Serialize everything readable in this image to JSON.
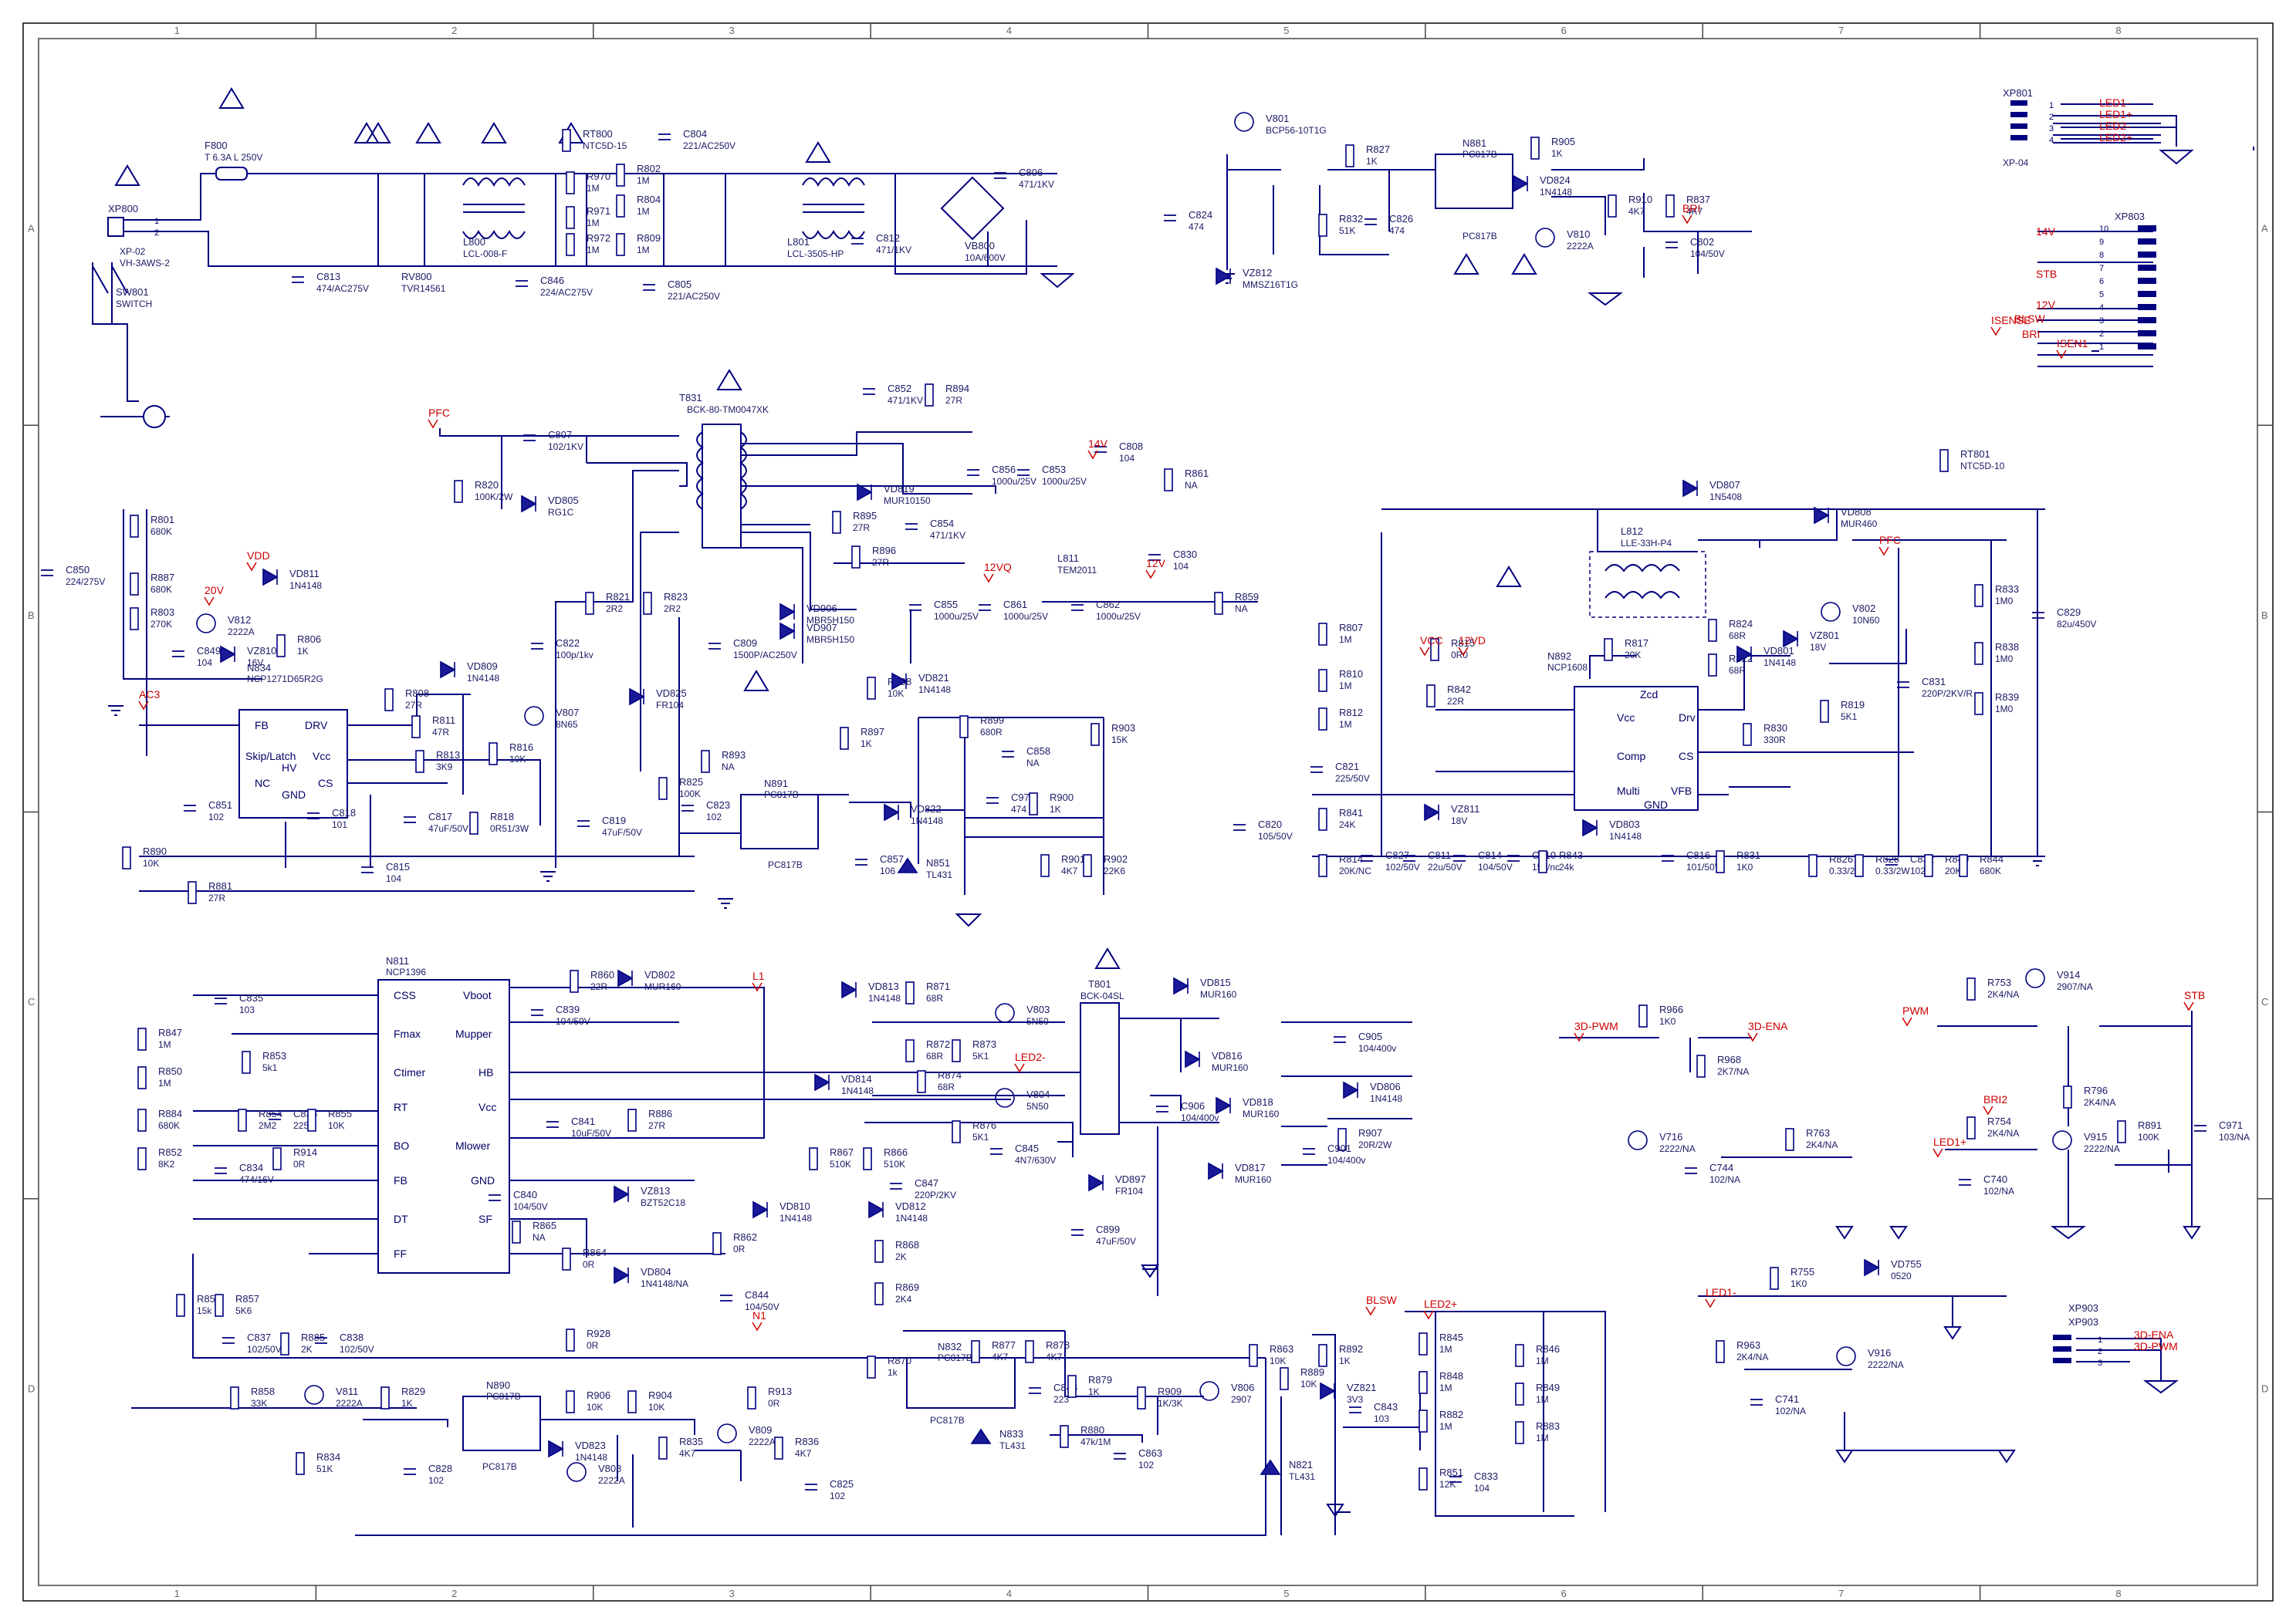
{
  "frame": {
    "columns": [
      "1",
      "2",
      "3",
      "4",
      "5",
      "6",
      "7",
      "8"
    ],
    "rows": [
      "A",
      "B",
      "C",
      "D"
    ]
  },
  "colors": {
    "wire": "#000080",
    "net": "#cc0000",
    "body": "#000080",
    "bg": "#ffffff"
  },
  "nets": [
    "AC3",
    "PFC",
    "VDD",
    "20V",
    "14V",
    "12VQ",
    "12V",
    "VCC",
    "12VD",
    "L1",
    "N1",
    "BLSW",
    "BRI",
    "BRI2",
    "STB",
    "ISENSE",
    "ISEN1",
    "3D-PWM",
    "3D-ENA",
    "PWM",
    "LED1+",
    "LED1-",
    "LED2+",
    "LED2-",
    "PFC"
  ],
  "ics": [
    {
      "ref": "N834",
      "part": "NCP1271D65R2G",
      "pins": [
        "FB",
        "DRV",
        "Skip/Latch",
        "Vcc",
        "NC",
        "CS",
        "HV",
        "GND"
      ]
    },
    {
      "ref": "N892",
      "part": "NCP1608",
      "pins": [
        "Zcd",
        "Vcc",
        "Drv",
        "Comp",
        "CS",
        "Multi",
        "VFB",
        "GND"
      ]
    },
    {
      "ref": "N811",
      "part": "NCP1396",
      "pins": [
        "CSS",
        "Fmax",
        "Ctimer",
        "RT",
        "BO",
        "FB",
        "DT",
        "FF",
        "Vboot",
        "Mupper",
        "HB",
        "Vcc",
        "Mlower",
        "GND",
        "SF"
      ]
    },
    {
      "ref": "N881",
      "part": "PC817B"
    },
    {
      "ref": "N891",
      "part": "PC817B"
    },
    {
      "ref": "N832",
      "part": "PC817B"
    },
    {
      "ref": "N890",
      "part": "PC817B"
    }
  ],
  "transformers": [
    {
      "ref": "T831",
      "part": "BCK-80-TM0047XK"
    },
    {
      "ref": "T801",
      "part": "BCK-04SL"
    }
  ],
  "connectors": [
    {
      "ref": "XP800",
      "part": "XP-02",
      "sub": "VH-3AWS-2",
      "pins": [
        "1",
        "2"
      ]
    },
    {
      "ref": "XP801",
      "part": "XP-04",
      "pins": [
        "1",
        "2",
        "3",
        "4"
      ],
      "labels": [
        "LED1-",
        "LED1+",
        "LED2-",
        "LED2+"
      ]
    },
    {
      "ref": "XP803",
      "pins": [
        "10",
        "9",
        "8",
        "7",
        "6",
        "5",
        "4",
        "3",
        "2",
        "1"
      ],
      "labels": [
        "14V",
        "STB",
        "12V",
        "BLSW",
        "BRI"
      ]
    },
    {
      "ref": "XP903",
      "pins": [
        "1",
        "2",
        "3"
      ],
      "labels": [
        "3D-ENA",
        "3D-PWM"
      ]
    }
  ],
  "parts": [
    {
      "ref": "F800",
      "val": "T 6.3A  L 250V"
    },
    {
      "ref": "SW801",
      "val": "SWITCH"
    },
    {
      "ref": "C813",
      "val": "474/AC275V"
    },
    {
      "ref": "RV800",
      "val": "TVR14561"
    },
    {
      "ref": "L800",
      "val": "LCL-008-F"
    },
    {
      "ref": "C846",
      "val": "224/AC275V"
    },
    {
      "ref": "RT800",
      "val": "NTC5D-15"
    },
    {
      "ref": "R970",
      "val": "1M"
    },
    {
      "ref": "R971",
      "val": "1M"
    },
    {
      "ref": "R972",
      "val": "1M"
    },
    {
      "ref": "R802",
      "val": "1M"
    },
    {
      "ref": "R804",
      "val": "1M"
    },
    {
      "ref": "R809",
      "val": "1M"
    },
    {
      "ref": "C804",
      "val": "221/AC250V"
    },
    {
      "ref": "C805",
      "val": "221/AC250V"
    },
    {
      "ref": "L801",
      "val": "LCL-3505-HP"
    },
    {
      "ref": "C812",
      "val": "471/1KV"
    },
    {
      "ref": "VB800",
      "val": "10A/600V"
    },
    {
      "ref": "C806",
      "val": "471/1KV"
    },
    {
      "ref": "V801",
      "val": "BCP56-10T1G"
    },
    {
      "ref": "C824",
      "val": "474"
    },
    {
      "ref": "VZ812",
      "val": "MMSZ16T1G"
    },
    {
      "ref": "R827",
      "val": "1K"
    },
    {
      "ref": "R832",
      "val": "51K"
    },
    {
      "ref": "C826",
      "val": "474"
    },
    {
      "ref": "R905",
      "val": "1K"
    },
    {
      "ref": "VD824",
      "val": "1N4148"
    },
    {
      "ref": "V810",
      "val": "2222A"
    },
    {
      "ref": "R910",
      "val": "4K7"
    },
    {
      "ref": "R837",
      "val": "4K7"
    },
    {
      "ref": "C802",
      "val": "104/50V"
    },
    {
      "ref": "C807",
      "val": "102/1KV"
    },
    {
      "ref": "R820",
      "val": "100K/2W"
    },
    {
      "ref": "VD805",
      "val": "RG1C"
    },
    {
      "ref": "C852",
      "val": "471/1KV"
    },
    {
      "ref": "R894",
      "val": "27R"
    },
    {
      "ref": "VD819",
      "val": "MUR10150"
    },
    {
      "ref": "C856",
      "val": "1000u/25V"
    },
    {
      "ref": "C853",
      "val": "1000u/25V"
    },
    {
      "ref": "C808",
      "val": "104"
    },
    {
      "ref": "R861",
      "val": "NA"
    },
    {
      "ref": "R895",
      "val": "27R"
    },
    {
      "ref": "R896",
      "val": "27R"
    },
    {
      "ref": "C854",
      "val": "471/1KV"
    },
    {
      "ref": "L811",
      "val": "TEM2011"
    },
    {
      "ref": "C830",
      "val": "104"
    },
    {
      "ref": "R859",
      "val": "NA"
    },
    {
      "ref": "VD906",
      "val": "MBR5H150"
    },
    {
      "ref": "VD907",
      "val": "MBR5H150"
    },
    {
      "ref": "C855",
      "val": "1000u/25V"
    },
    {
      "ref": "C861",
      "val": "1000u/25V"
    },
    {
      "ref": "C862",
      "val": "1000u/25V"
    },
    {
      "ref": "C809",
      "val": "1500P/AC250V"
    },
    {
      "ref": "R801",
      "val": "680K"
    },
    {
      "ref": "R887",
      "val": "680K"
    },
    {
      "ref": "R803",
      "val": "270K"
    },
    {
      "ref": "C850",
      "val": "224/275V"
    },
    {
      "ref": "V812",
      "val": "2222A"
    },
    {
      "ref": "C849",
      "val": "104"
    },
    {
      "ref": "VZ810",
      "val": "16V"
    },
    {
      "ref": "VD811",
      "val": "1N4148"
    },
    {
      "ref": "R806",
      "val": "1K"
    },
    {
      "ref": "R808",
      "val": "27R"
    },
    {
      "ref": "VD809",
      "val": "1N4148"
    },
    {
      "ref": "R811",
      "val": "47R"
    },
    {
      "ref": "R816",
      "val": "10K"
    },
    {
      "ref": "V807",
      "val": "8N65"
    },
    {
      "ref": "R813",
      "val": "3K9"
    },
    {
      "ref": "C851",
      "val": "102"
    },
    {
      "ref": "R890",
      "val": "10K"
    },
    {
      "ref": "C818",
      "val": "101"
    },
    {
      "ref": "C817",
      "val": "47uF/50V"
    },
    {
      "ref": "R818",
      "val": "0R51/3W"
    },
    {
      "ref": "C815",
      "val": "104"
    },
    {
      "ref": "R881",
      "val": "27R"
    },
    {
      "ref": "R821",
      "val": "2R2"
    },
    {
      "ref": "R823",
      "val": "2R2"
    },
    {
      "ref": "C822",
      "val": "100p/1kv"
    },
    {
      "ref": "VD825",
      "val": "FR104"
    },
    {
      "ref": "C819",
      "val": "47uF/50V"
    },
    {
      "ref": "R825",
      "val": "100K"
    },
    {
      "ref": "R893",
      "val": "NA"
    },
    {
      "ref": "C823",
      "val": "102"
    },
    {
      "ref": "R898",
      "val": "10K"
    },
    {
      "ref": "VD821",
      "val": "1N4148"
    },
    {
      "ref": "R897",
      "val": "1K"
    },
    {
      "ref": "R899",
      "val": "680R"
    },
    {
      "ref": "R903",
      "val": "15K"
    },
    {
      "ref": "C858",
      "val": "NA"
    },
    {
      "ref": "VD822",
      "val": "1N4148"
    },
    {
      "ref": "C972",
      "val": "474"
    },
    {
      "ref": "R900",
      "val": "1K"
    },
    {
      "ref": "C857",
      "val": "106"
    },
    {
      "ref": "N851",
      "val": "TL431"
    },
    {
      "ref": "R901",
      "val": "4K7"
    },
    {
      "ref": "R902",
      "val": "22K6"
    },
    {
      "ref": "RT801",
      "val": "NTC5D-10"
    },
    {
      "ref": "VD807",
      "val": "1N5408"
    },
    {
      "ref": "L812",
      "val": "LLE-33H-P4"
    },
    {
      "ref": "VD808",
      "val": "MUR460"
    },
    {
      "ref": "R807",
      "val": "1M"
    },
    {
      "ref": "R810",
      "val": "1M"
    },
    {
      "ref": "R812",
      "val": "1M"
    },
    {
      "ref": "R815",
      "val": "0R0"
    },
    {
      "ref": "R842",
      "val": "22R"
    },
    {
      "ref": "R817",
      "val": "20K"
    },
    {
      "ref": "R824",
      "val": "68R"
    },
    {
      "ref": "R822",
      "val": "68R"
    },
    {
      "ref": "VD801",
      "val": "1N4148"
    },
    {
      "ref": "VZ801",
      "val": "18V"
    },
    {
      "ref": "V802",
      "val": "10N60"
    },
    {
      "ref": "R819",
      "val": "5K1"
    },
    {
      "ref": "C831",
      "val": "220P/2KV/R"
    },
    {
      "ref": "R833",
      "val": "1M0"
    },
    {
      "ref": "R838",
      "val": "1M0"
    },
    {
      "ref": "R839",
      "val": "1M0"
    },
    {
      "ref": "C829",
      "val": "82u/450V"
    },
    {
      "ref": "R830",
      "val": "330R"
    },
    {
      "ref": "C821",
      "val": "225/50V"
    },
    {
      "ref": "C820",
      "val": "105/50V"
    },
    {
      "ref": "R841",
      "val": "24K"
    },
    {
      "ref": "R814",
      "val": "20K/NC"
    },
    {
      "ref": "C827",
      "val": "102/50V"
    },
    {
      "ref": "C811",
      "val": "22u/50V"
    },
    {
      "ref": "VZ811",
      "val": "18V"
    },
    {
      "ref": "C814",
      "val": "104/50V"
    },
    {
      "ref": "C810",
      "val": "15p/nc"
    },
    {
      "ref": "R843",
      "val": "24k"
    },
    {
      "ref": "VD803",
      "val": "1N4148"
    },
    {
      "ref": "C816",
      "val": "101/50V"
    },
    {
      "ref": "R831",
      "val": "1K0"
    },
    {
      "ref": "R826",
      "val": "0.33/2W"
    },
    {
      "ref": "R828",
      "val": "0.33/2W"
    },
    {
      "ref": "C832",
      "val": "102"
    },
    {
      "ref": "R840",
      "val": "20K"
    },
    {
      "ref": "R844",
      "val": "680K"
    },
    {
      "ref": "C835",
      "val": "103"
    },
    {
      "ref": "R847",
      "val": "1M"
    },
    {
      "ref": "R853",
      "val": "5k1"
    },
    {
      "ref": "R850",
      "val": "1M"
    },
    {
      "ref": "R854",
      "val": "2M2"
    },
    {
      "ref": "C836",
      "val": "225"
    },
    {
      "ref": "R855",
      "val": "10K"
    },
    {
      "ref": "R884",
      "val": "680K"
    },
    {
      "ref": "R852",
      "val": "8K2"
    },
    {
      "ref": "C834",
      "val": "474/16V"
    },
    {
      "ref": "R914",
      "val": "0R"
    },
    {
      "ref": "R860",
      "val": "22R"
    },
    {
      "ref": "VD802",
      "val": "MUR160"
    },
    {
      "ref": "C839",
      "val": "104/50V"
    },
    {
      "ref": "C841",
      "val": "10uF/50V"
    },
    {
      "ref": "R886",
      "val": "27R"
    },
    {
      "ref": "C840",
      "val": "104/50V"
    },
    {
      "ref": "VZ813",
      "val": "BZT52C18"
    },
    {
      "ref": "R865",
      "val": "NA"
    },
    {
      "ref": "R864",
      "val": "0R"
    },
    {
      "ref": "VD804",
      "val": "1N4148/NA"
    },
    {
      "ref": "R862",
      "val": "0R"
    },
    {
      "ref": "C844",
      "val": "104/50V"
    },
    {
      "ref": "R856",
      "val": "15k"
    },
    {
      "ref": "R857",
      "val": "5K6"
    },
    {
      "ref": "C837",
      "val": "102/50V"
    },
    {
      "ref": "R885",
      "val": "2K"
    },
    {
      "ref": "C838",
      "val": "102/50V"
    },
    {
      "ref": "VD813",
      "val": "1N4148"
    },
    {
      "ref": "R871",
      "val": "68R"
    },
    {
      "ref": "V803",
      "val": "5N50"
    },
    {
      "ref": "R872",
      "val": "68R"
    },
    {
      "ref": "R873",
      "val": "5K1"
    },
    {
      "ref": "VD814",
      "val": "1N4148"
    },
    {
      "ref": "R874",
      "val": "68R"
    },
    {
      "ref": "V804",
      "val": "5N50"
    },
    {
      "ref": "R876",
      "val": "5K1"
    },
    {
      "ref": "C847",
      "val": "220P/2KV"
    },
    {
      "ref": "C845",
      "val": "4N7/630V"
    },
    {
      "ref": "R867",
      "val": "510K"
    },
    {
      "ref": "R866",
      "val": "510K"
    },
    {
      "ref": "VD810",
      "val": "1N4148"
    },
    {
      "ref": "VD812",
      "val": "1N4148"
    },
    {
      "ref": "R868",
      "val": "2K"
    },
    {
      "ref": "R869",
      "val": "2K4"
    },
    {
      "ref": "VD815",
      "val": "MUR160"
    },
    {
      "ref": "VD816",
      "val": "MUR160"
    },
    {
      "ref": "C905",
      "val": "104/400v"
    },
    {
      "ref": "C906",
      "val": "104/400v"
    },
    {
      "ref": "VD818",
      "val": "MUR160"
    },
    {
      "ref": "VD817",
      "val": "MUR160"
    },
    {
      "ref": "VD806",
      "val": "1N4148"
    },
    {
      "ref": "R907",
      "val": "20R/2W"
    },
    {
      "ref": "C901",
      "val": "104/400v"
    },
    {
      "ref": "VD897",
      "val": "FR104"
    },
    {
      "ref": "C899",
      "val": "47uF/50V"
    },
    {
      "ref": "R870",
      "val": "1k"
    },
    {
      "ref": "R877",
      "val": "4K7"
    },
    {
      "ref": "R878",
      "val": "4K7"
    },
    {
      "ref": "C848",
      "val": "223"
    },
    {
      "ref": "R879",
      "val": "1K"
    },
    {
      "ref": "R909",
      "val": "1K/3K"
    },
    {
      "ref": "N833",
      "val": "TL431"
    },
    {
      "ref": "R880",
      "val": "47k/1M"
    },
    {
      "ref": "C863",
      "val": "102"
    },
    {
      "ref": "R858",
      "val": "33K"
    },
    {
      "ref": "V811",
      "val": "2222A"
    },
    {
      "ref": "R829",
      "val": "1K"
    },
    {
      "ref": "R834",
      "val": "51K"
    },
    {
      "ref": "C828",
      "val": "102"
    },
    {
      "ref": "R928",
      "val": "0R"
    },
    {
      "ref": "R906",
      "val": "10K"
    },
    {
      "ref": "R904",
      "val": "10K"
    },
    {
      "ref": "VD823",
      "val": "1N4148"
    },
    {
      "ref": "R913",
      "val": "0R"
    },
    {
      "ref": "V808",
      "val": "2222A"
    },
    {
      "ref": "R835",
      "val": "4K7"
    },
    {
      "ref": "V809",
      "val": "2222A"
    },
    {
      "ref": "R836",
      "val": "4K7"
    },
    {
      "ref": "C825",
      "val": "102"
    },
    {
      "ref": "V806",
      "val": "2907"
    },
    {
      "ref": "R863",
      "val": "10K"
    },
    {
      "ref": "R889",
      "val": "10K"
    },
    {
      "ref": "R892",
      "val": "1K"
    },
    {
      "ref": "VZ821",
      "val": "3V3"
    },
    {
      "ref": "C843",
      "val": "103"
    },
    {
      "ref": "N821",
      "val": "TL431"
    },
    {
      "ref": "R845",
      "val": "1M"
    },
    {
      "ref": "R848",
      "val": "1M"
    },
    {
      "ref": "R882",
      "val": "1M"
    },
    {
      "ref": "R851",
      "val": "12K"
    },
    {
      "ref": "C833",
      "val": "104"
    },
    {
      "ref": "R846",
      "val": "1M"
    },
    {
      "ref": "R849",
      "val": "1M"
    },
    {
      "ref": "R883",
      "val": "1M"
    },
    {
      "ref": "R966",
      "val": "1K0"
    },
    {
      "ref": "R968",
      "val": "2K7/NA"
    },
    {
      "ref": "V716",
      "val": "2222/NA"
    },
    {
      "ref": "C744",
      "val": "102/NA"
    },
    {
      "ref": "R763",
      "val": "2K4/NA"
    },
    {
      "ref": "R753",
      "val": "2K4/NA"
    },
    {
      "ref": "V914",
      "val": "2907/NA"
    },
    {
      "ref": "R796",
      "val": "2K4/NA"
    },
    {
      "ref": "R754",
      "val": "2K4/NA"
    },
    {
      "ref": "V915",
      "val": "2222/NA"
    },
    {
      "ref": "C740",
      "val": "102/NA"
    },
    {
      "ref": "R891",
      "val": "100K"
    },
    {
      "ref": "C971",
      "val": "103/NA"
    },
    {
      "ref": "R755",
      "val": "1K0"
    },
    {
      "ref": "VD755",
      "val": "0520"
    },
    {
      "ref": "R963",
      "val": "2K4/NA"
    },
    {
      "ref": "V916",
      "val": "2222/NA"
    },
    {
      "ref": "C741",
      "val": "102/NA"
    }
  ]
}
